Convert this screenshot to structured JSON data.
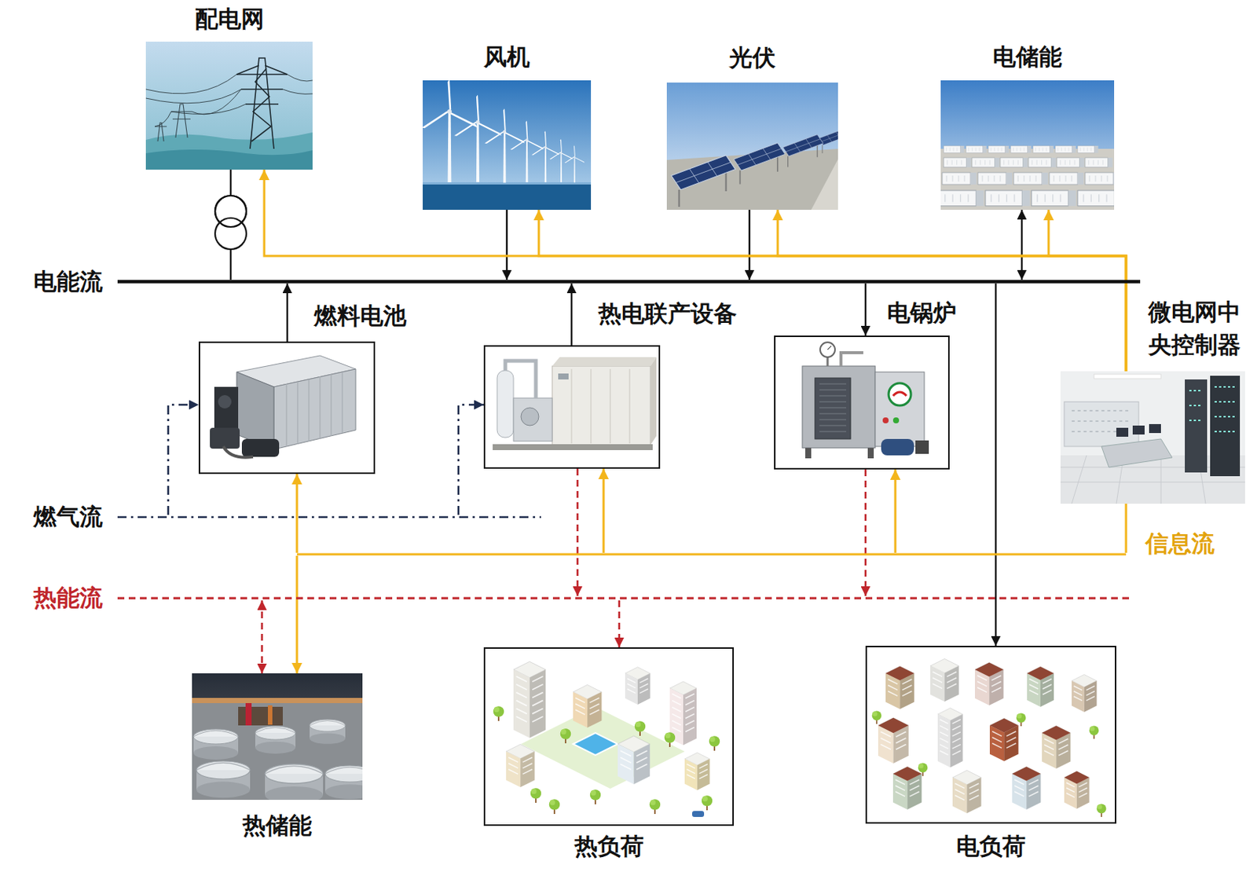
{
  "diagram": {
    "nodes": [
      {
        "text": [
          "配电网"
        ]
      },
      {
        "text": [
          "风机"
        ]
      },
      {
        "text": [
          "光伏"
        ]
      },
      {
        "text": [
          "电储能"
        ]
      },
      {
        "text": [
          "电能流"
        ]
      },
      {
        "text": [
          "燃料电池"
        ]
      },
      {
        "text": [
          "热电联产设备"
        ]
      },
      {
        "text": [
          "电锅炉"
        ]
      },
      {
        "text": [
          "微电网中央控制器"
        ]
      },
      {
        "text": [
          "燃气流"
        ]
      },
      {
        "text": [
          "信息流"
        ]
      },
      {
        "text": [
          "热能流"
        ]
      },
      {
        "text": [
          "热储能"
        ]
      },
      {
        "text": [
          "热负荷"
        ]
      },
      {
        "text": [
          "电负荷"
        ]
      }
    ],
    "edges": [
      {
        "from": 0,
        "to": 4,
        "arrow": "none"
      },
      {
        "from": 1,
        "to": 4,
        "arrow": "to"
      },
      {
        "from": 2,
        "to": 4,
        "arrow": "to"
      },
      {
        "from": 3,
        "to": 4,
        "arrow": "both"
      },
      {
        "from": 5,
        "to": 4,
        "arrow": "to"
      },
      {
        "from": 6,
        "to": 4,
        "arrow": "to"
      },
      {
        "from": 4,
        "to": 7,
        "arrow": "to"
      },
      {
        "from": 4,
        "to": 14,
        "arrow": "to"
      },
      {
        "from": 8,
        "to": 0,
        "arrow": "to"
      },
      {
        "from": 8,
        "to": 1,
        "arrow": "to"
      },
      {
        "from": 8,
        "to": 2,
        "arrow": "to"
      },
      {
        "from": 8,
        "to": 3,
        "arrow": "to"
      },
      {
        "from": 8,
        "to": 10,
        "arrow": "none"
      },
      {
        "from": 10,
        "to": 5,
        "arrow": "to"
      },
      {
        "from": 10,
        "to": 6,
        "arrow": "to"
      },
      {
        "from": 10,
        "to": 7,
        "arrow": "to"
      },
      {
        "from": 10,
        "to": 12,
        "arrow": "to"
      },
      {
        "from": 9,
        "to": 5,
        "arrow": "to"
      },
      {
        "from": 9,
        "to": 6,
        "arrow": "to"
      },
      {
        "from": 6,
        "to": 11,
        "arrow": "to"
      },
      {
        "from": 7,
        "to": 11,
        "arrow": "to"
      },
      {
        "from": 11,
        "to": 13,
        "arrow": "to"
      },
      {
        "from": 11,
        "to": 12,
        "arrow": "both"
      }
    ]
  }
}
